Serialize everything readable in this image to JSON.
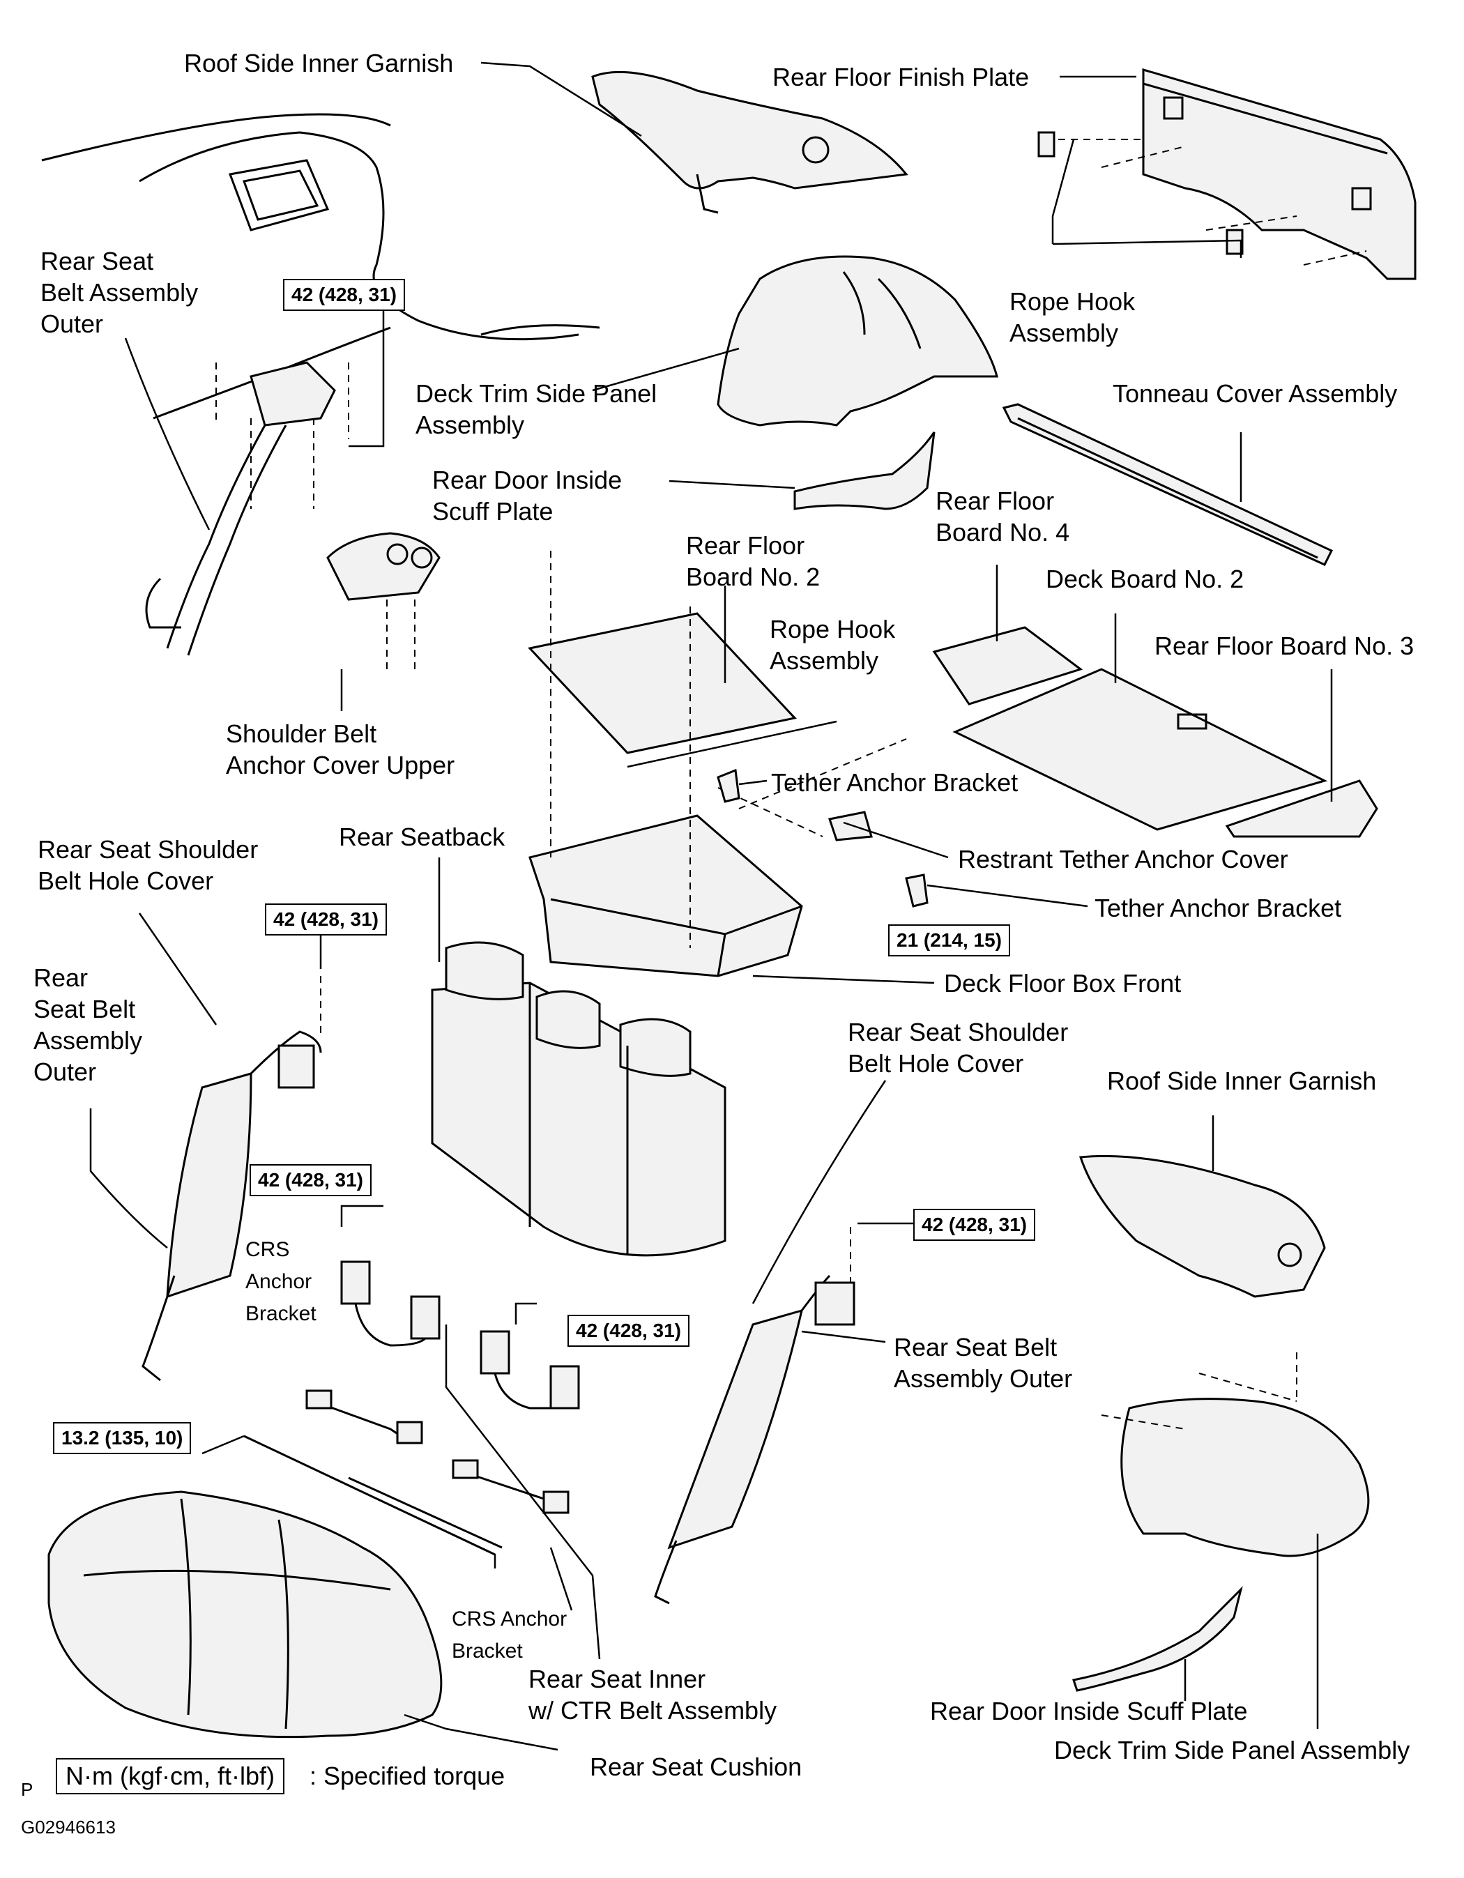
{
  "labels": {
    "roof_side_inner_garnish_top": "Roof Side Inner Garnish",
    "rear_floor_finish_plate": "Rear Floor Finish Plate",
    "rear_seat_belt_assembly_outer_top": [
      "Rear Seat",
      "Belt Assembly",
      "Outer"
    ],
    "rope_hook_assembly_top": [
      "Rope Hook",
      "Assembly"
    ],
    "deck_trim_side_panel_assembly_top": [
      "Deck Trim Side Panel",
      "Assembly"
    ],
    "tonneau_cover_assembly": "Tonneau Cover Assembly",
    "rear_door_inside_scuff_plate_top": [
      "Rear Door Inside",
      "Scuff Plate"
    ],
    "rear_floor_board_no4": [
      "Rear Floor",
      "Board No. 4"
    ],
    "rear_floor_board_no2": [
      "Rear Floor",
      "Board No. 2"
    ],
    "deck_board_no2": "Deck Board No. 2",
    "rope_hook_assembly_mid": [
      "Rope Hook",
      "Assembly"
    ],
    "rear_floor_board_no3": "Rear Floor Board No. 3",
    "shoulder_belt_anchor_cover_upper": [
      "Shoulder Belt",
      "Anchor Cover Upper"
    ],
    "tether_anchor_bracket_upper": "Tether Anchor Bracket",
    "rear_seat_shoulder_belt_hole_cover_left": [
      "Rear Seat Shoulder",
      "Belt Hole Cover"
    ],
    "rear_seatback": "Rear Seatback",
    "restrant_tether_anchor_cover": "Restrant Tether Anchor Cover",
    "tether_anchor_bracket_lower": "Tether Anchor Bracket",
    "rear_seat_belt_assembly_outer_left": [
      "Rear",
      "Seat Belt",
      "Assembly",
      "Outer"
    ],
    "deck_floor_box_front": "Deck Floor Box Front",
    "rear_seat_shoulder_belt_hole_cover_right": [
      "Rear Seat Shoulder",
      "Belt Hole Cover"
    ],
    "roof_side_inner_garnish_right": "Roof Side Inner Garnish",
    "crs_anchor_bracket_left": [
      "CRS",
      "Anchor",
      "Bracket"
    ],
    "rear_seat_belt_assembly_outer_right": [
      "Rear Seat Belt",
      "Assembly Outer"
    ],
    "crs_anchor_bracket_lower": [
      "CRS Anchor",
      "Bracket"
    ],
    "rear_seat_inner_ctr_belt": [
      "Rear Seat Inner",
      "w/ CTR Belt Assembly"
    ],
    "rear_door_inside_scuff_plate_bottom": "Rear Door Inside Scuff Plate",
    "deck_trim_side_panel_assembly_bottom": "Deck Trim Side Panel Assembly",
    "rear_seat_cushion": "Rear Seat Cushion"
  },
  "torque_specs": {
    "t1": "42 (428, 31)",
    "t2": "42 (428, 31)",
    "t3": "21 (214, 15)",
    "t4": "42 (428, 31)",
    "t5": "42 (428, 31)",
    "t6": "42 (428, 31)",
    "t7": "13.2 (135, 10)"
  },
  "legend": {
    "unit_box": "N·m (kgf·cm, ft·lbf)",
    "description": ": Specified torque"
  },
  "footer": {
    "marker": "P",
    "figure_code": "G02946613"
  }
}
